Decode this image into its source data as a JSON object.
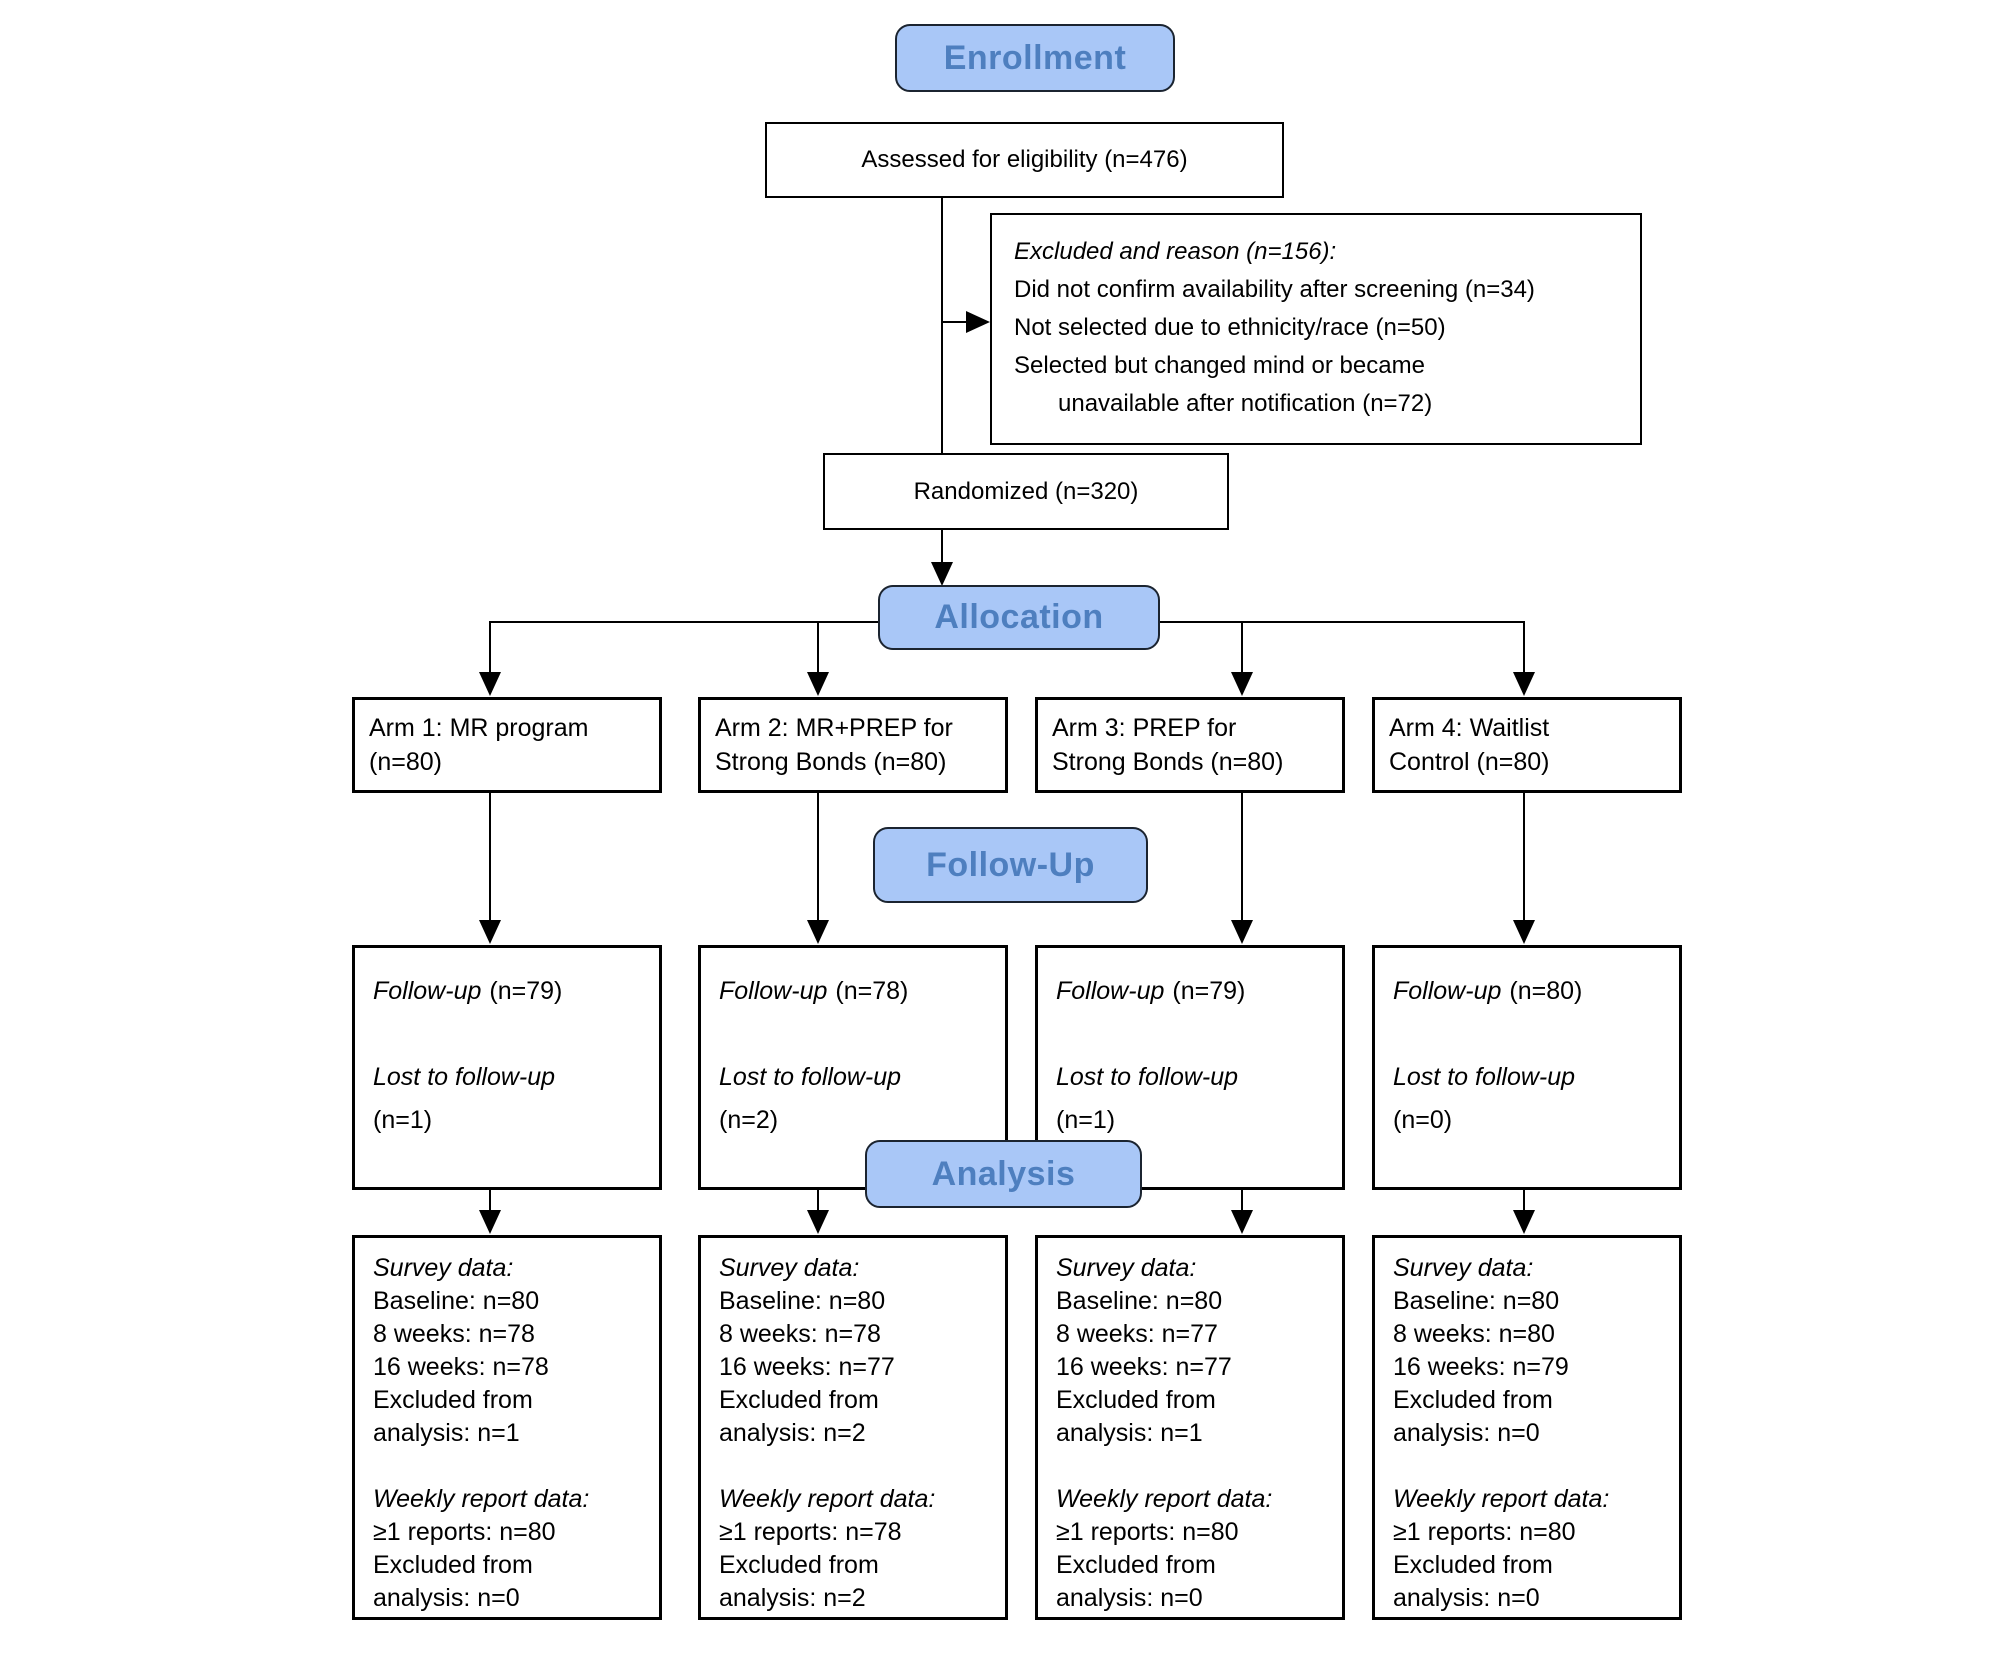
{
  "colors": {
    "banner_fill": "#A9C7F7",
    "banner_text": "#4E7FBF",
    "banner_border": "#1B2430",
    "line_color": "#000000"
  },
  "banners": {
    "enrollment": "Enrollment",
    "allocation": "Allocation",
    "follow_up": "Follow-Up",
    "analysis": "Analysis"
  },
  "top": {
    "assessed": "Assessed for eligibility (n=476)",
    "excluded": {
      "title": "Excluded and reason (n=156):",
      "reasons": [
        "Did not confirm availability after screening (n=34)",
        "Not selected due to ethnicity/race (n=50)",
        "Selected but changed mind or became",
        "unavailable after notification (n=72)"
      ]
    },
    "randomized": "Randomized (n=320)"
  },
  "arms": [
    {
      "arm_line1": "Arm 1: MR program",
      "arm_line2": "(n=80)",
      "followup_label": "Follow-up",
      "followup_n": "(n=79)",
      "lost_label": "Lost to follow-up",
      "lost_n": "(n=1)",
      "analysis": {
        "survey_title": "Survey data:",
        "survey_lines": [
          "Baseline: n=80",
          "8 weeks: n=78",
          "16 weeks: n=78",
          "Excluded from",
          "analysis: n=1"
        ],
        "weekly_title": "Weekly report data:",
        "weekly_lines": [
          "≥1 reports: n=80",
          "Excluded from",
          "analysis: n=0"
        ]
      }
    },
    {
      "arm_line1": "Arm 2: MR+PREP for",
      "arm_line2": "Strong Bonds (n=80)",
      "followup_label": "Follow-up",
      "followup_n": "(n=78)",
      "lost_label": "Lost to follow-up",
      "lost_n": "(n=2)",
      "analysis": {
        "survey_title": "Survey data:",
        "survey_lines": [
          "Baseline: n=80",
          "8 weeks: n=78",
          "16 weeks: n=77",
          "Excluded from",
          "analysis: n=2"
        ],
        "weekly_title": "Weekly report data:",
        "weekly_lines": [
          "≥1 reports: n=78",
          "Excluded from",
          "analysis: n=2"
        ]
      }
    },
    {
      "arm_line1": "Arm 3: PREP for",
      "arm_line2": "Strong Bonds (n=80)",
      "followup_label": "Follow-up",
      "followup_n": "(n=79)",
      "lost_label": "Lost to follow-up",
      "lost_n": "(n=1)",
      "analysis": {
        "survey_title": "Survey data:",
        "survey_lines": [
          "Baseline: n=80",
          "8 weeks: n=77",
          "16 weeks: n=77",
          "Excluded from",
          "analysis: n=1"
        ],
        "weekly_title": "Weekly report data:",
        "weekly_lines": [
          "≥1 reports: n=80",
          "Excluded from",
          "analysis: n=0"
        ]
      }
    },
    {
      "arm_line1": "Arm 4: Waitlist",
      "arm_line2": "Control (n=80)",
      "followup_label": "Follow-up",
      "followup_n": "(n=80)",
      "lost_label": "Lost to follow-up",
      "lost_n": "(n=0)",
      "analysis": {
        "survey_title": "Survey data:",
        "survey_lines": [
          "Baseline: n=80",
          "8 weeks: n=80",
          "16 weeks: n=79",
          "Excluded from",
          "analysis: n=0"
        ],
        "weekly_title": "Weekly report data:",
        "weekly_lines": [
          "≥1 reports: n=80",
          "Excluded from",
          "analysis: n=0"
        ]
      }
    }
  ]
}
